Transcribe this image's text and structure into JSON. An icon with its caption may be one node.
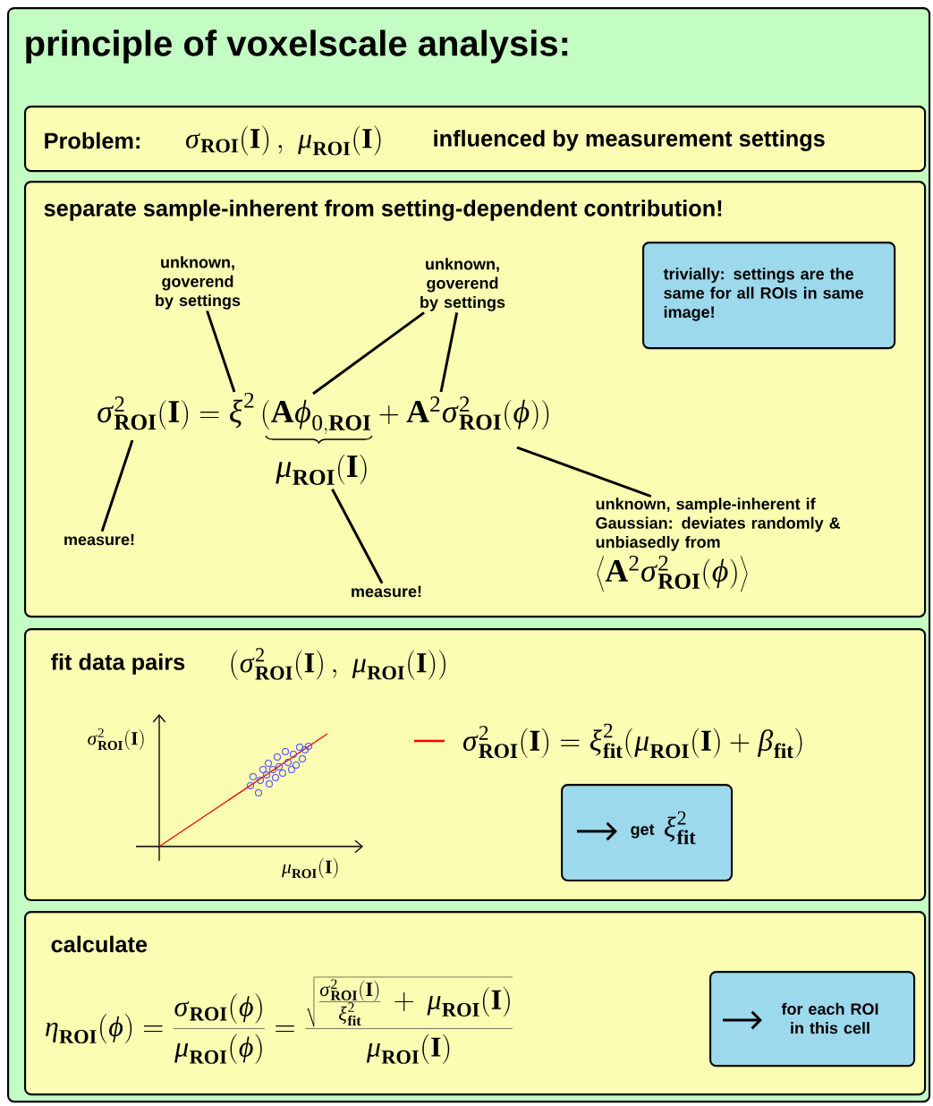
{
  "diagram": {
    "nodes": [
      {
        "text": [
          "principle of voxelscale analysis:"
        ]
      },
      {
        "text": [
          "Problem:",
          "\\sigma_{\\mathbf{ROI}}(\\mathbf{I})\\,,\\ \\mu_{\\mathbf{ROI}}(\\mathbf{I})",
          "influenced by measurement settings"
        ],
        "in": 0
      },
      {
        "text": [
          "separate sample-inherent from setting-dependent contribution!"
        ],
        "in": 0
      },
      {
        "text": [
          "trivially: settings are the same for all ROIs in same image!"
        ],
        "in": 2
      },
      {
        "text": [
          "\\sigma^2_{\\mathbf{ROI}}(\\mathbf{I}) = \\xi^2\\,(\\mathbf{A}\\varphi_{\\mathbf{0,ROI}} + \\mathbf{A}^2\\sigma^2_{\\mathbf{ROI}}(\\varphi))"
        ],
        "in": 2
      },
      {
        "text": [
          "\\mu_{\\mathbf{ROI}}(\\mathbf{I})"
        ],
        "in": 2
      },
      {
        "text": [
          "unknown, goverend by settings"
        ],
        "in": 2
      },
      {
        "text": [
          "unknown, goverend by settings"
        ],
        "in": 2
      },
      {
        "text": [
          "measure!"
        ],
        "in": 2
      },
      {
        "text": [
          "measure!"
        ],
        "in": 2
      },
      {
        "text": [
          "unknown, sample-inherent if Gaussian: deviates randomly & unbiasedly from",
          "\\left\\langle \\mathbf{A}^2\\sigma^2_{\\mathbf{ROI}}(\\varphi)\\right\\rangle"
        ],
        "in": 2
      },
      {
        "text": [
          "fit data pairs",
          "(\\sigma^2_{\\mathbf{ROI}}(\\mathbf{I})\\,,\\ \\mu_{\\mathbf{ROI}}(\\mathbf{I}))"
        ],
        "in": 0
      },
      {
        "text": [
          "get",
          "\\xi^2_{\\mathbf{fit}}"
        ],
        "in": 11
      },
      {
        "text": [
          "calculate",
          "\\eta_{\\mathbf{ROI}}(\\varphi) = \\frac{\\sigma_{\\mathbf{ROI}}(\\varphi)}{\\mu_{\\mathbf{ROI}}(\\varphi)} = \\frac{\\sqrt{\\frac{\\sigma^2_{\\mathbf{ROI}}(\\mathbf{I})}{\\xi^2_{\\mathbf{fit}}} \\,+\\, \\mu_{\\mathbf{ROI}}(\\mathbf{I})}}{\\mu_{\\mathbf{ROI}}(\\mathbf{I})}"
        ],
        "in": 0
      },
      {
        "text": [
          "for each ROI in this cell"
        ],
        "in": 13
      }
    ],
    "edges": [
      {
        "from": 6,
        "to": 4,
        "arrow": "none"
      },
      {
        "from": 7,
        "to": 4,
        "arrow": "none"
      },
      {
        "from": 7,
        "to": 4,
        "arrow": "none"
      },
      {
        "from": 8,
        "to": 4,
        "arrow": "none"
      },
      {
        "from": 9,
        "to": 5,
        "arrow": "none"
      },
      {
        "from": 10,
        "to": 4,
        "arrow": "none"
      }
    ],
    "labels": [
      "\\sigma^2_{\\mathbf{ROI}}(\\mathbf{I})",
      "\\mu_{\\mathbf{ROI}}(\\mathbf{I})"
    ],
    "legend": [
      {
        "text": "\\sigma^2_{\\mathbf{ROI}}(\\mathbf{I}) = \\xi^2_{\\mathbf{fit}}(\\mu_{\\mathbf{ROI}}(\\mathbf{I}) + \\beta_{\\mathbf{fit}})"
      }
    ]
  }
}
